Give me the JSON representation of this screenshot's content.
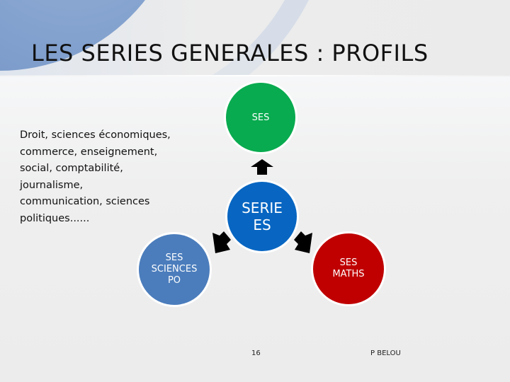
{
  "slide": {
    "title": "LES SERIES GENERALES : PROFILS",
    "description_lines": [
      "Droit, sciences économiques,",
      "commerce, enseignement,",
      "social, comptabilité,",
      "journalisme,",
      "communication, sciences",
      "politiques......"
    ],
    "diagram": {
      "center": {
        "lines": [
          "SERIE",
          "ES"
        ],
        "color": "#0866c2"
      },
      "top": {
        "lines": [
          "SES"
        ],
        "color": "#08ab4f"
      },
      "left": {
        "lines": [
          "SES",
          "SCIENCES",
          "PO"
        ],
        "color": "#4b7dbc"
      },
      "right": {
        "lines": [
          "SES",
          "MATHS"
        ],
        "color": "#c00000"
      },
      "arrows": [
        "arrow-up",
        "arrow-down-left",
        "arrow-down-right"
      ]
    },
    "footer": {
      "page_number": "16",
      "author": "P BELOU"
    }
  }
}
